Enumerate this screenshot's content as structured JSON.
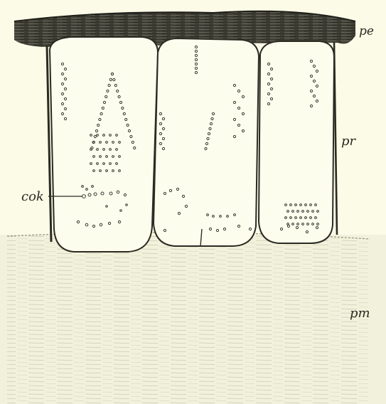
{
  "figure": {
    "labels": {
      "pe": "pe",
      "pr": "pr",
      "cok": "cok",
      "pm": "pm"
    }
  },
  "colors": {
    "background": "#fbfbe7",
    "cell_fill": "#fdfdee",
    "outline": "#2b2b22",
    "epidermis": "#3a3a32",
    "stroma": "#efefd8"
  }
}
